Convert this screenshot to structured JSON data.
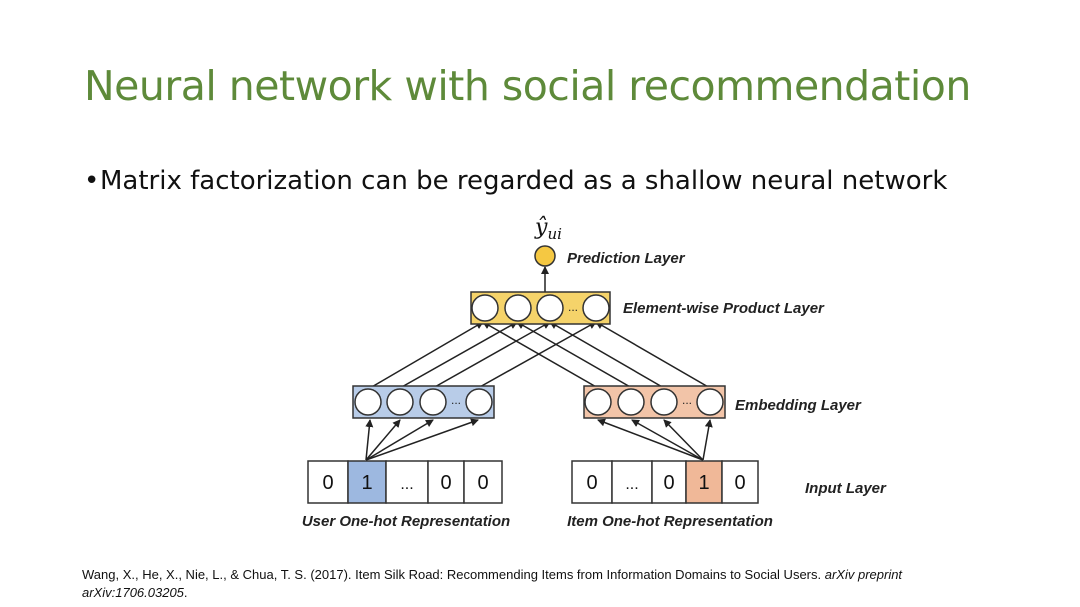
{
  "slide": {
    "title": "Neural network with social recommendation",
    "bullet": "Matrix factorization can be regarded as a shallow neural network"
  },
  "diagram": {
    "output_symbol": "ŷ",
    "output_subscript": "ui",
    "layers": {
      "prediction": "Prediction Layer",
      "product": "Element-wise Product Layer",
      "embedding": "Embedding Layer",
      "input": "Input Layer"
    },
    "ellipsis": "...",
    "user_input_cells": [
      "0",
      "1",
      "...",
      "0",
      "0"
    ],
    "item_input_cells": [
      "0",
      "...",
      "0",
      "1",
      "0"
    ],
    "user_caption": "User One-hot Representation",
    "item_caption": "Item One-hot Representation",
    "colors": {
      "prediction_node": "#f5c842",
      "product_box": "#f5d36a",
      "user_embedding_box": "#b8cce8",
      "item_embedding_box": "#f2c4a8",
      "user_active_cell": "#9db8e0",
      "item_active_cell": "#f0b898"
    }
  },
  "citation": {
    "plain": "Wang, X., He, X., Nie, L., & Chua, T. S. (2017). Item Silk Road: Recommending Items from Information Domains to Social Users. ",
    "italic1": "arXiv preprint",
    "italic2": "arXiv:1706.03205",
    "tail": "."
  }
}
